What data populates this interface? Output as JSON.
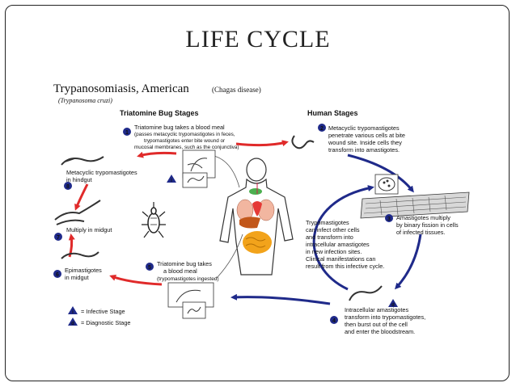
{
  "slide": {
    "title": "LIFE CYCLE"
  },
  "diagram": {
    "heading": "Trypanosomiasis, American",
    "heading_paren": "(Chagas disease)",
    "subheading": "(Trypanosoma cruzi)",
    "section_bug": "Triatomine Bug Stages",
    "section_human": "Human Stages",
    "steps": [
      {
        "num": "1",
        "lines": [
          "Triatomine bug takes a blood meal",
          "(passes metacyclic trypomastigotes in feces,",
          "trypomastigotes enter bite wound or",
          "mucosal membranes, such as the conjunctiva)"
        ]
      },
      {
        "num": "2",
        "lines": [
          "Metacyclic trypomastigotes",
          "penetrate various cells at bite",
          "wound site.  Inside cells they",
          "transform into amastigotes."
        ]
      },
      {
        "num": "3",
        "lines": [
          "Amastigotes multiply",
          "by binary fission in cells",
          "of infected tissues."
        ]
      },
      {
        "num": "4",
        "lines": [
          "Intracellular amastigotes",
          "transform into trypomastigotes,",
          "then burst out of the cell",
          "and enter the bloodstream."
        ]
      },
      {
        "num": "5",
        "lines": [
          "Triatomine bug takes",
          "a blood meal",
          "(trypomastigotes ingested)"
        ]
      },
      {
        "num": "6",
        "lines": [
          "Epimastigotes",
          "in midgut"
        ]
      },
      {
        "num": "7",
        "lines": [
          "Multiply in midgut"
        ]
      },
      {
        "num": "8",
        "lines": [
          "Metacyclic trypomastigotes",
          "in hindgut"
        ]
      }
    ],
    "inner_note": [
      "Trypomastigotes",
      "can infect other cells",
      "and transform into",
      "intracellular amastigotes",
      "in new infection sites.",
      "Clinical manifestations can",
      "result from this infective cycle."
    ],
    "legend": {
      "infective_marker": "i",
      "infective": "= Infective Stage",
      "diagnostic_marker": "d",
      "diagnostic": "= Diagnostic Stage"
    },
    "colors": {
      "bug_arrow": "#e02a2a",
      "human_arrow": "#1f2a8a",
      "badge": "#1f2a8a",
      "thyroid": "#4caf50",
      "heart": "#e53935",
      "liver": "#c2571a",
      "intestine": "#f2a31b"
    }
  }
}
